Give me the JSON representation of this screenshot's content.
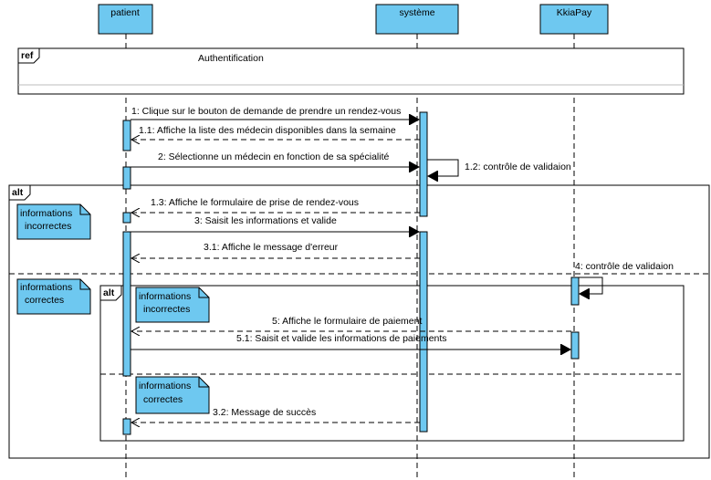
{
  "colors": {
    "lifeline_fill": "#6ec8f0",
    "note_fill": "#6ec8f0",
    "stroke": "#000000",
    "separator": "#bdbdbd"
  },
  "lifelines": {
    "patient": "patient",
    "systeme": "système",
    "kkiapay": "KkiaPay"
  },
  "ref_frame": {
    "tag": "ref",
    "title": "Authentification"
  },
  "alt_outer": {
    "tag": "alt",
    "guard_incorrect": [
      "informations",
      "incorrectes"
    ],
    "guard_correct": [
      "informations",
      "correctes"
    ]
  },
  "alt_inner": {
    "tag": "alt",
    "guard_incorrect": [
      "informations",
      "incorrectes"
    ],
    "guard_correct": [
      "informations",
      "correctes"
    ]
  },
  "messages": {
    "m1": "1: Clique sur le bouton de demande de prendre un rendez-vous",
    "m1_1": "1.1: Affiche la liste des médecin disponibles dans la semaine",
    "m2": "2: Sélectionne un médecin en fonction de sa spécialité",
    "m1_2": "1.2: contrôle de validaion",
    "m1_3": "1.3: Affiche le formulaire  de prise de rendez-vous",
    "m3": "3: Saisit les informations et valide",
    "m3_1": "3.1: Affiche le message d'erreur",
    "m4": "4: contrôle de validaion",
    "m5": "5: Affiche le formulaire de paiement",
    "m5_1": "5.1: Saisit et valide les informations de paiements",
    "m3_2": "3.2: Message de succès"
  }
}
